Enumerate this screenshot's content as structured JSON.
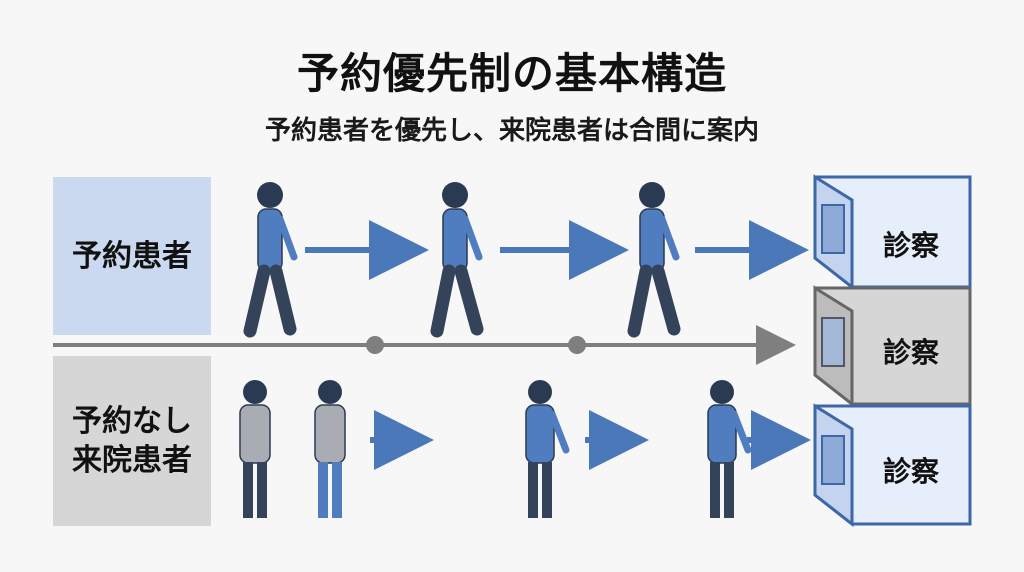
{
  "title": "予約優先制の基本構造",
  "subtitle": "予約患者を優先し、来院患者は合間に案内",
  "lanes": {
    "reserved": {
      "label": "予約患者"
    },
    "walkin": {
      "label_line1": "予約なし",
      "label_line2": "来院患者"
    }
  },
  "rooms": [
    {
      "label": "診察",
      "state": "reserved"
    },
    {
      "label": "診察",
      "state": "shared"
    },
    {
      "label": "診察",
      "state": "walkin"
    }
  ],
  "colors": {
    "reserved_lane": "#cad9ef",
    "walkin_lane": "#d6d6d6",
    "arrow": "#4a78b8",
    "person_blue": "#4f7dbf",
    "person_gray": "#a9adb3",
    "pants_dark": "#34435a",
    "timeline": "#7f7f7f"
  }
}
